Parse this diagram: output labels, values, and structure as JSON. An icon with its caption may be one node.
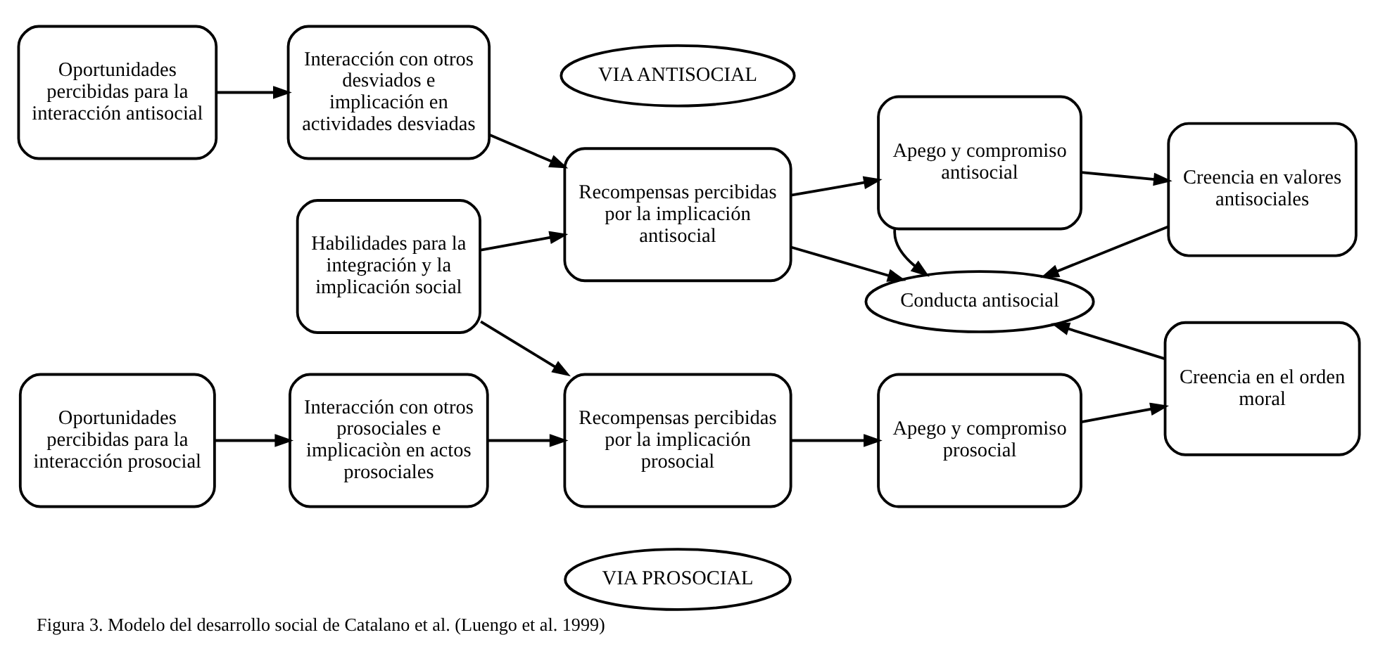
{
  "diagram": {
    "caption": "Figura 3. Modelo del desarrollo social de Catalano et al. (Luengo et al. 1999)",
    "nodes": [
      {
        "text": [
          "VIA PROSOCIAL"
        ]
      },
      {
        "text": [
          "Oportunidades percibidas para la interacción prosocial"
        ]
      },
      {
        "text": [
          "Interacción con otros prosociales e implicaciòn en actos prosociales"
        ]
      },
      {
        "text": [
          "Recompensas percibidas por la implicación prosocial"
        ]
      },
      {
        "text": [
          "Apego y compromiso prosocial"
        ]
      },
      {
        "text": [
          "Creencia en el orden moral"
        ]
      },
      {
        "text": [
          "Habilidades para la integración y la implicación social"
        ]
      },
      {
        "text": [
          "Conducta antisocial"
        ]
      },
      {
        "text": [
          "Oportunidades percibidas para la interacción antisocial"
        ]
      },
      {
        "text": [
          "Interacción con otros desviados e implicación en actividades desviadas"
        ]
      },
      {
        "text": [
          "Recompensas percibidas por la implicación antisocial"
        ]
      },
      {
        "text": [
          "Apego y compromiso antisocial"
        ]
      },
      {
        "text": [
          "Creencia en valores antisociales"
        ]
      },
      {
        "text": [
          "VIA ANTISOCIAL"
        ]
      }
    ],
    "edges": [
      {
        "from": 1,
        "to": 2,
        "arrow": "to"
      },
      {
        "from": 2,
        "to": 3,
        "arrow": "to"
      },
      {
        "from": 3,
        "to": 4,
        "arrow": "to"
      },
      {
        "from": 4,
        "to": 5,
        "arrow": "to"
      },
      {
        "from": 6,
        "to": 3,
        "arrow": "to"
      },
      {
        "from": 6,
        "to": 10,
        "arrow": "to"
      },
      {
        "from": 10,
        "to": 7,
        "arrow": "to"
      },
      {
        "from": 5,
        "to": 7,
        "arrow": "to"
      },
      {
        "from": 8,
        "to": 9,
        "arrow": "to"
      },
      {
        "from": 9,
        "to": 10,
        "arrow": "to"
      },
      {
        "from": 10,
        "to": 11,
        "arrow": "to"
      },
      {
        "from": 11,
        "to": 12,
        "arrow": "to"
      },
      {
        "from": 11,
        "to": 7,
        "arrow": "to"
      },
      {
        "from": 12,
        "to": 7,
        "arrow": "to"
      }
    ]
  }
}
